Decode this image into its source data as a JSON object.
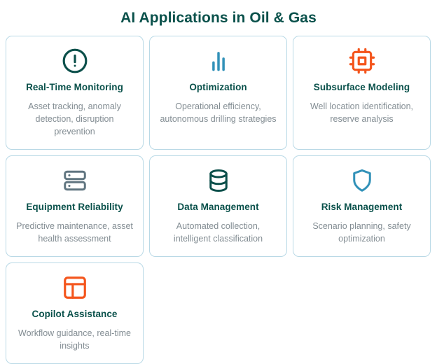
{
  "header": {
    "title": "AI Applications in Oil & Gas"
  },
  "colors": {
    "title_teal": "#0a514b",
    "card_border": "#b9d9e6",
    "body_text_gray": "#838d93",
    "accent_orange": "#f4551c",
    "accent_blue": "#3191b8",
    "accent_slate": "#607580",
    "background": "#ffffff"
  },
  "cards": [
    {
      "icon": "alert-circle-icon",
      "icon_color": "#0b4f4a",
      "title": "Real-Time Monitoring",
      "description": "Asset tracking, anomaly detection, disruption prevention"
    },
    {
      "icon": "bar-chart-icon",
      "icon_color": "#3191b8",
      "title": "Optimization",
      "description": "Operational efficiency, autonomous drilling strategies"
    },
    {
      "icon": "cpu-chip-icon",
      "icon_color": "#f4551c",
      "title": "Subsurface Modeling",
      "description": "Well location identification, reserve analysis"
    },
    {
      "icon": "server-rack-icon",
      "icon_color": "#607580",
      "title": "Equipment Reliability",
      "description": "Predictive maintenance, asset health assessment"
    },
    {
      "icon": "database-icon",
      "icon_color": "#0b4f4a",
      "title": "Data Management",
      "description": "Automated collection, intelligent classification"
    },
    {
      "icon": "shield-icon",
      "icon_color": "#3191b8",
      "title": "Risk Management",
      "description": "Scenario planning, safety optimization"
    },
    {
      "icon": "layout-dashboard-icon",
      "icon_color": "#f4551c",
      "title": "Copilot Assistance",
      "description": "Workflow guidance, real-time insights"
    }
  ]
}
